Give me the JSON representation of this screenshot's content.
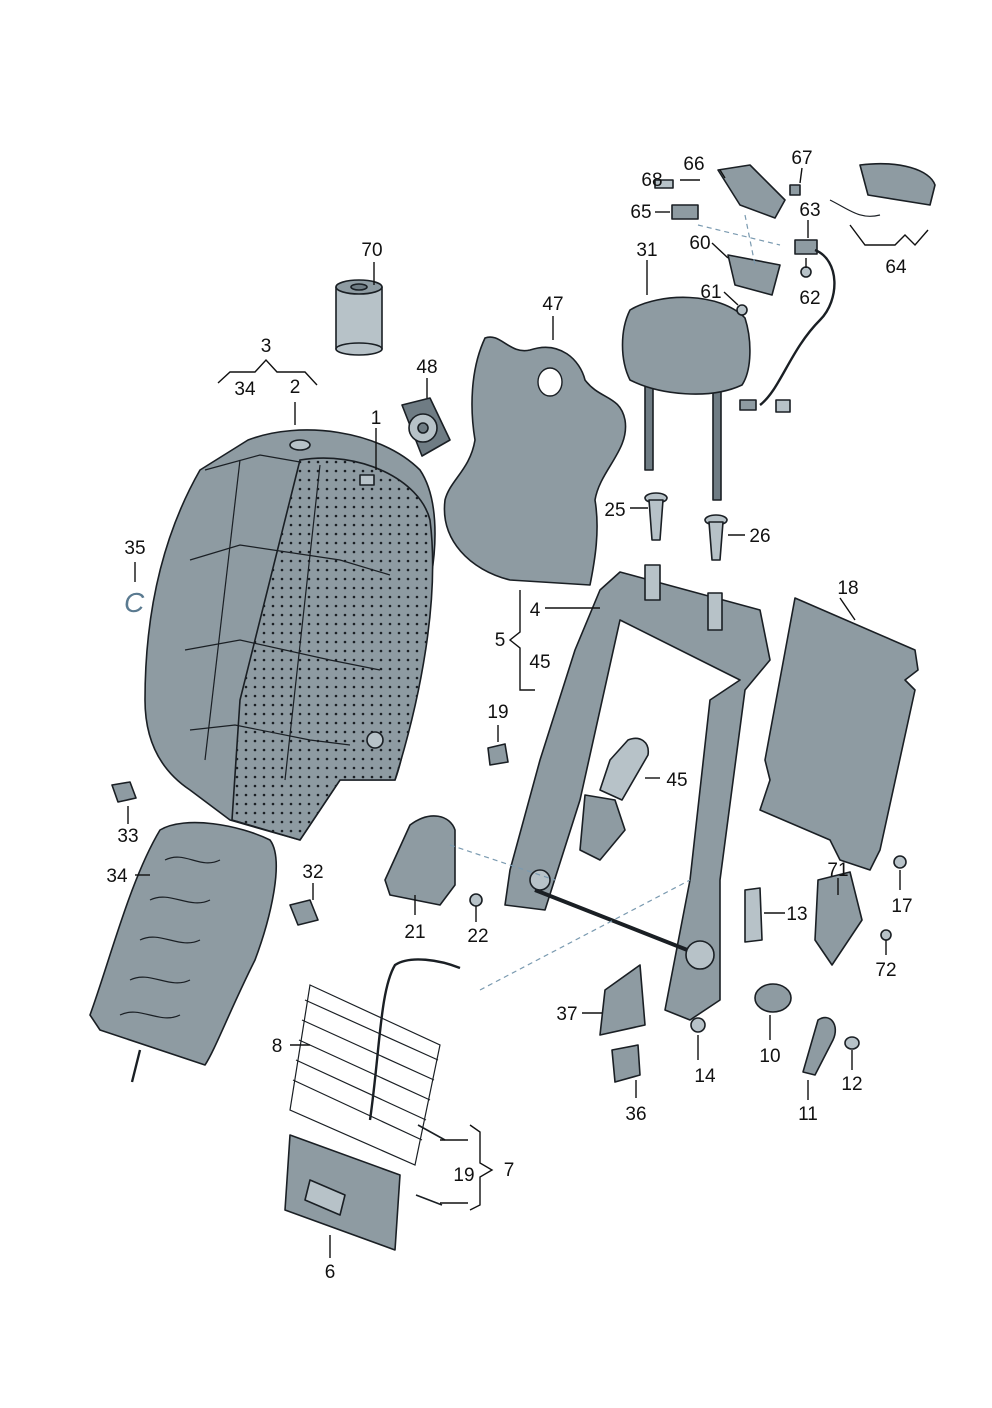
{
  "labels": {
    "l1": "1",
    "l2": "2",
    "l3": "3",
    "l4": "4",
    "l5": "5",
    "l6": "6",
    "l7": "7",
    "l8": "8",
    "l10": "10",
    "l11": "11",
    "l12": "12",
    "l13": "13",
    "l14": "14",
    "l17": "17",
    "l18": "18",
    "l19a": "19",
    "l19b": "19",
    "l21": "21",
    "l22": "22",
    "l25": "25",
    "l26": "26",
    "l31": "31",
    "l32": "32",
    "l33": "33",
    "l34a": "34",
    "l34b": "34",
    "l35": "35",
    "l36": "36",
    "l37": "37",
    "l45a": "45",
    "l45b": "45",
    "l47": "47",
    "l48": "48",
    "l60": "60",
    "l61": "61",
    "l62": "62",
    "l63": "63",
    "l64": "64",
    "l65": "65",
    "l66": "66",
    "l67": "67",
    "l68": "68",
    "l70": "70",
    "l71": "71",
    "l72": "72"
  },
  "colors": {
    "part_fill": "#8e9ba2",
    "part_light": "#b7c2c8",
    "outline": "#1a1f24",
    "dashed_leader": "#7a9ab0"
  }
}
